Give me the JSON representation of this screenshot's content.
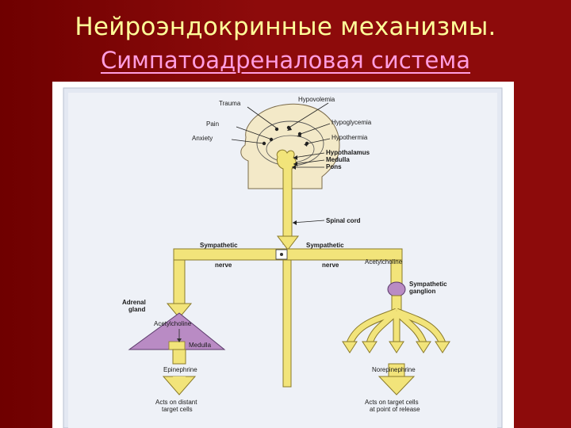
{
  "slide": {
    "title": "Нейроэндокринные механизмы.",
    "subtitle": "Симпатоадреналовая система"
  },
  "diagram": {
    "labels": {
      "trauma": "Trauma",
      "pain": "Pain",
      "anxiety": "Anxiety",
      "hypovolemia": "Hypovolemia",
      "hypoglycemia": "Hypoglycemia",
      "hypothermia": "Hypothermia",
      "hypothalamus": "Hypothalamus",
      "medulla_brain": "Medulla",
      "pons": "Pons",
      "spinal_cord": "Spinal cord",
      "sympathetic_left": "Sympathetic",
      "nerve_left": "nerve",
      "sympathetic_right": "Sympathetic",
      "nerve_right": "nerve",
      "acetylcholine_right": "Acetylcholine",
      "sympathetic_ganglion_1": "Sympathetic",
      "sympathetic_ganglion_2": "ganglion",
      "adrenal_gland_1": "Adrenal",
      "adrenal_gland_2": "gland",
      "acetylcholine_left": "Acetylcholine",
      "medulla_adrenal": "Medulla",
      "epinephrine": "Epinephrine",
      "norepinephrine": "Norepinephrine",
      "acts_distant_1": "Acts on distant",
      "acts_distant_2": "target cells",
      "acts_release_1": "Acts on target cells",
      "acts_release_2": "at point of release"
    },
    "colors": {
      "pathway": "#f2e47a",
      "pathway_stroke": "#8a7a2a",
      "adrenal": "#b98bc4",
      "ganglion": "#b98bc4",
      "frame": "#e3e8f2"
    }
  }
}
